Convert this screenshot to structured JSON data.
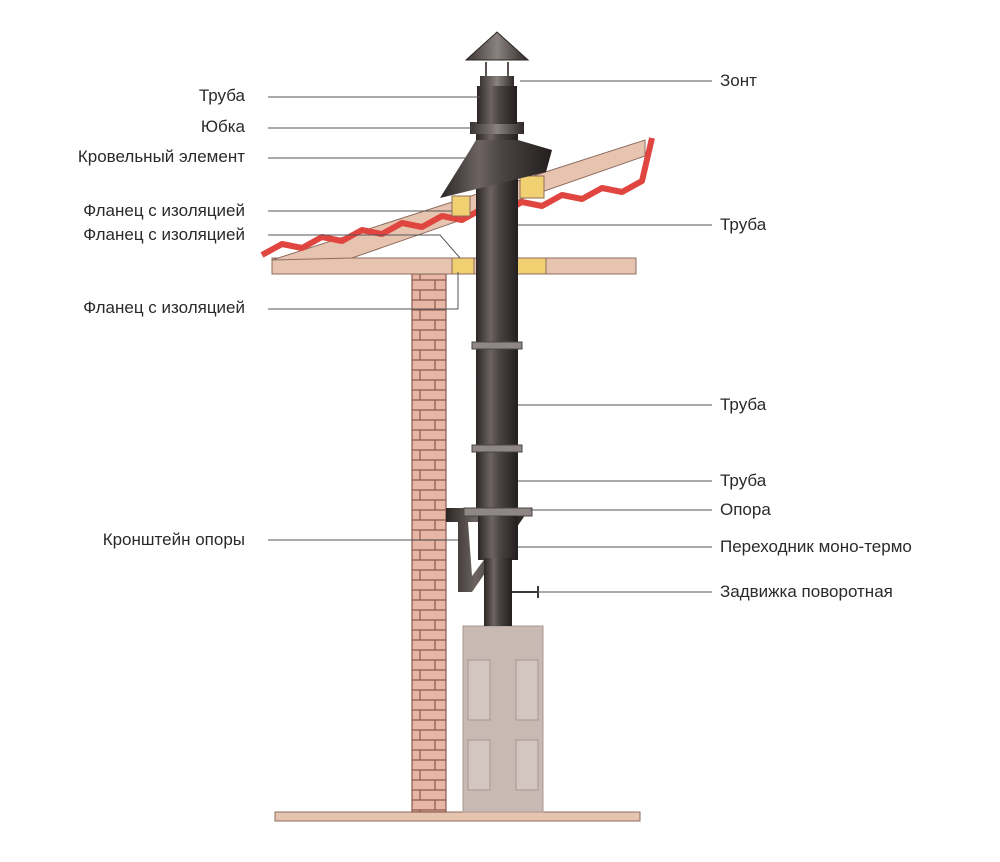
{
  "labels": {
    "left": {
      "truba_top": "Труба",
      "yubka": "Юбка",
      "krovelny": "Кровельный элемент",
      "flanec_1": "Фланец с изоляцией",
      "flanec_2": "Фланец с изоляцией",
      "flanec_3": "Фланец с изоляцией",
      "kronshtein": "Кронштейн опоры"
    },
    "right": {
      "zont": "Зонт",
      "truba_1": "Труба",
      "truba_2": "Труба",
      "truba_3": "Труба",
      "opora": "Опора",
      "perehodnik": "Переходник моно-термо",
      "zadvizhka": "Задвижка поворотная"
    }
  },
  "colors": {
    "pipe": "#3d3736",
    "pipe_highlight": "#7d7573",
    "wood": "#e6c4b0",
    "wood_stroke": "#8e6c5e",
    "insulation": "#f0d070",
    "roof_tile": "#e0453f",
    "brick": "#e7b6a4",
    "brick_mortar": "#8a5a4f",
    "stove": "#c8b9b2",
    "leader_line": "#555555"
  }
}
